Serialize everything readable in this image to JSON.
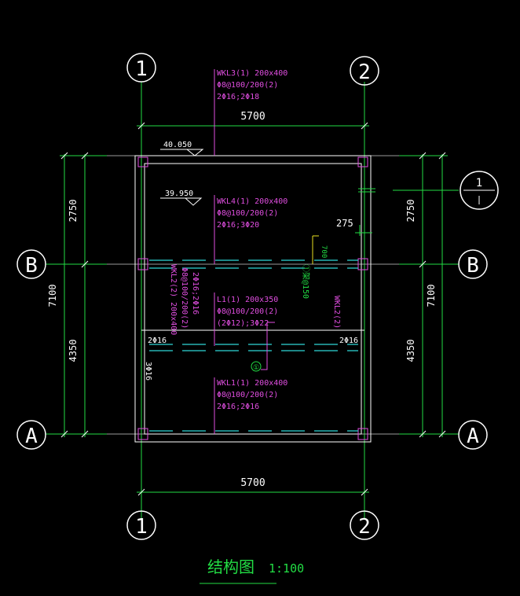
{
  "axes": {
    "top_1": "1",
    "top_2": "2",
    "bottom_1": "1",
    "bottom_2": "2",
    "left_B": "B",
    "left_A": "A",
    "right_B": "B",
    "right_A": "A",
    "right_sub": "1"
  },
  "dimensions": {
    "top_span": "5700",
    "bottom_span": "5700",
    "left_upper": "2750",
    "left_lower": "4350",
    "left_total": "7100",
    "right_upper": "2750",
    "right_lower": "4350",
    "right_total": "7100",
    "offset_275": "275",
    "vert_700": "700"
  },
  "elevations": {
    "roof": "40.050",
    "mid": "39.950"
  },
  "beams": {
    "wkl3": [
      "WKL3(1) 200x400",
      "Φ8@100/200(2)",
      "2Φ16;2Φ18"
    ],
    "wkl4": [
      "WKL4(1) 200x400",
      "Φ8@100/200(2)",
      "2Φ16;3Φ20"
    ],
    "l1": [
      "L1(1) 200x350",
      "Φ8@100/200(2)",
      "(2Φ12);3Φ22"
    ],
    "wkl1": [
      "WKL1(1) 200x400",
      "Φ8@100/200(2)",
      "2Φ16;2Φ16"
    ],
    "wkl2_left": [
      "WKL2(2) 200x400",
      "Φ8@100/200(2)",
      "2Φ16;2Φ16"
    ],
    "wkl2_right": "WKL2(2)",
    "left_2phi16": "2Φ16",
    "right_2phi16": "2Φ16",
    "left_3phi16": "3Φ16",
    "green_note": "①架@150",
    "circle_label": "①"
  },
  "title": {
    "text": "结构图",
    "scale": "1:100"
  },
  "colors": {
    "background": "#000000",
    "axis": "#22dd44",
    "beam_text": "#e04ee0",
    "dimension_text": "#ffffff",
    "cyan_beam": "#2fd6d6"
  }
}
